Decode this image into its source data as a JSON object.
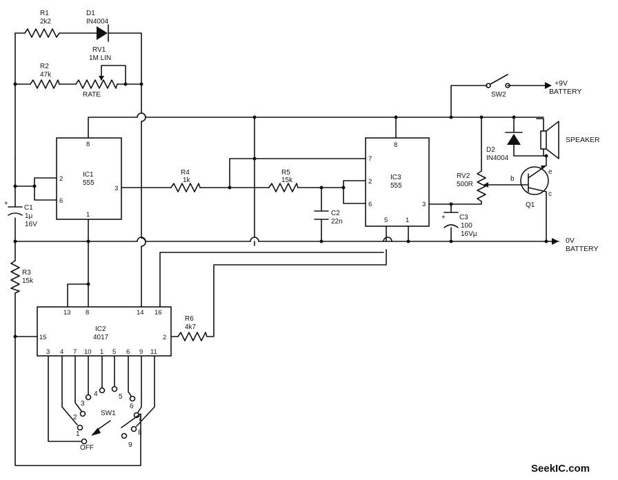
{
  "components": {
    "r1": {
      "name": "R1",
      "value": "2k2"
    },
    "d1": {
      "name": "D1",
      "value": "IN4004"
    },
    "r2": {
      "name": "R2",
      "value": "47k"
    },
    "rv1": {
      "name": "RV1",
      "value": "1M LIN",
      "function": "RATE"
    },
    "c1": {
      "name": "C1",
      "value_top": "1μ",
      "value_bottom": "16V"
    },
    "ic1": {
      "name": "IC1",
      "type": "555"
    },
    "r4": {
      "name": "R4",
      "value": "1k"
    },
    "r5": {
      "name": "R5",
      "value": "15k"
    },
    "c2": {
      "name": "C2",
      "value": "22n"
    },
    "ic3": {
      "name": "IC3",
      "type": "555"
    },
    "r3": {
      "name": "R3",
      "value": "15k"
    },
    "ic2": {
      "name": "IC2",
      "type": "4017"
    },
    "r6": {
      "name": "R6",
      "value": "4k7"
    },
    "sw1": {
      "name": "SW1",
      "off_label": "OFF"
    },
    "sw2": {
      "name": "SW2"
    },
    "rv2": {
      "name": "RV2",
      "value": "500R"
    },
    "c3": {
      "name": "C3",
      "value_top": "100",
      "value_bottom": "16Vμ"
    },
    "d2": {
      "name": "D2",
      "value": "IN4004"
    },
    "q1": {
      "name": "Q1",
      "base": "b",
      "emitter": "e",
      "collector": "c"
    },
    "speaker": {
      "name": "SPEAKER"
    }
  },
  "rails": {
    "pos_top": "+9V",
    "pos_bottom": "BATTERY",
    "neg_top": "0V",
    "neg_bottom": "BATTERY"
  },
  "pins": {
    "ic1": {
      "p8": "8",
      "p2": "2",
      "p6": "6",
      "p3": "3",
      "p1": "1"
    },
    "ic3": {
      "p8": "8",
      "p7": "7",
      "p2": "2",
      "p6": "6",
      "p3": "3",
      "p5": "5",
      "p1": "1"
    },
    "ic2": {
      "p13": "13",
      "p8": "8",
      "p14": "14",
      "p16": "16",
      "p15": "15",
      "p2": "2",
      "bottom": [
        "3",
        "4",
        "7",
        "10",
        "1",
        "5",
        "6",
        "9",
        "11"
      ]
    }
  },
  "switch_positions": [
    "1",
    "2",
    "3",
    "4",
    "5",
    "6",
    "7",
    "8",
    "9"
  ],
  "polarity": {
    "c1": "+",
    "c3": "+"
  },
  "watermark": "SeekIC.com"
}
